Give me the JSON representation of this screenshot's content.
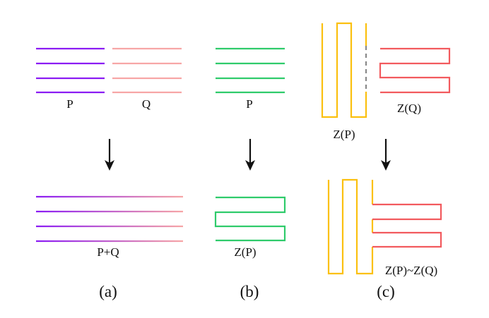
{
  "colors": {
    "purple": "#8B1CF3",
    "pink": "#F7A6A6",
    "green": "#2FCB6B",
    "yellow": "#FBC00F",
    "red": "#F25A5E",
    "dash": "#8A8A8A",
    "arrow": "#111111"
  },
  "panels": [
    {
      "caption": "(a)",
      "top_labels": [
        "P",
        "Q"
      ],
      "bottom_label": "P+Q"
    },
    {
      "caption": "(b)",
      "top_labels": [
        "P"
      ],
      "bottom_label": "Z(P)"
    },
    {
      "caption": "(c)",
      "top_labels": [
        "Z(P)",
        "Z(Q)"
      ],
      "bottom_label": "Z(P)~Z(Q)"
    }
  ]
}
